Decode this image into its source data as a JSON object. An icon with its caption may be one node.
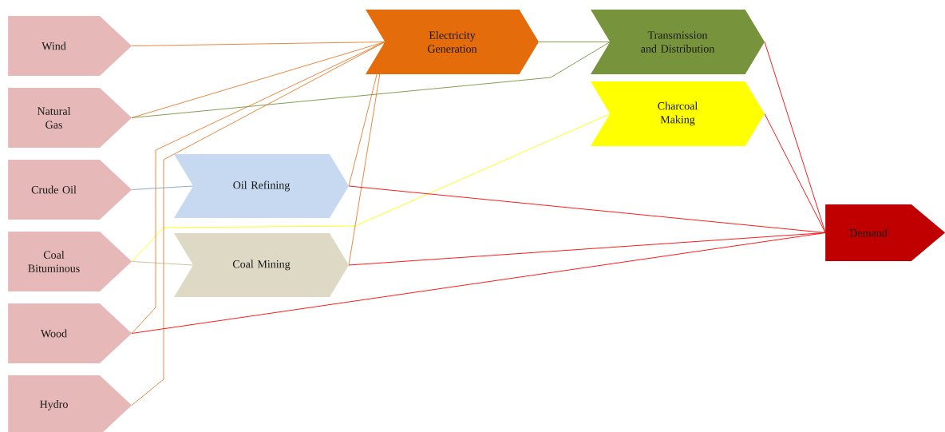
{
  "diagram": {
    "nodes": [
      {
        "text": [
          "Wind"
        ]
      },
      {
        "text": [
          "Natural Gas"
        ]
      },
      {
        "text": [
          "Crude Oil"
        ]
      },
      {
        "text": [
          "Coal Bituminous"
        ]
      },
      {
        "text": [
          "Wood"
        ]
      },
      {
        "text": [
          "Hydro"
        ]
      },
      {
        "text": [
          "Electricity Generation"
        ]
      },
      {
        "text": [
          "Transmission and Distribution"
        ]
      },
      {
        "text": [
          "Oil Refining"
        ]
      },
      {
        "text": [
          "Coal Mining"
        ]
      },
      {
        "text": [
          "Charcoal Making"
        ]
      },
      {
        "text": [
          "Demand"
        ]
      }
    ],
    "edges": [
      {
        "from": 0,
        "to": 6,
        "arrow": "none"
      },
      {
        "from": 1,
        "to": 6,
        "arrow": "none"
      },
      {
        "from": 1,
        "to": 7,
        "arrow": "none",
        "color": "#77933c"
      },
      {
        "from": 2,
        "to": 8,
        "arrow": "none",
        "color": "#7f9fd0"
      },
      {
        "from": 3,
        "to": 9,
        "arrow": "none",
        "color": "#c4bd97"
      },
      {
        "from": 3,
        "to": 10,
        "arrow": "none",
        "color": "#ffff00"
      },
      {
        "from": 4,
        "to": 6,
        "arrow": "none"
      },
      {
        "from": 5,
        "to": 6,
        "arrow": "none"
      },
      {
        "from": 8,
        "to": 6,
        "arrow": "none"
      },
      {
        "from": 9,
        "to": 6,
        "arrow": "none"
      },
      {
        "from": 6,
        "to": 7,
        "arrow": "none",
        "color": "#77933c"
      },
      {
        "from": 8,
        "to": 11,
        "arrow": "none",
        "color": "#ff0000"
      },
      {
        "from": 9,
        "to": 11,
        "arrow": "none",
        "color": "#ff0000"
      },
      {
        "from": 4,
        "to": 11,
        "arrow": "none",
        "color": "#ff0000"
      },
      {
        "from": 7,
        "to": 11,
        "arrow": "none",
        "color": "#ff0000"
      },
      {
        "from": 10,
        "to": 11,
        "arrow": "none",
        "color": "#ff0000"
      }
    ]
  }
}
